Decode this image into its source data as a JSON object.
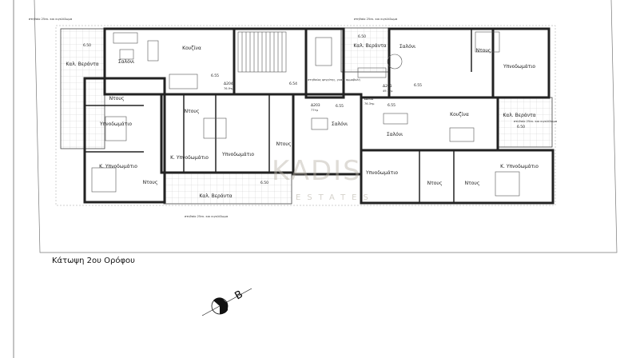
{
  "drawing_title": "Κάτωψη 2ου Ορόφου",
  "north_label": "B",
  "watermark": {
    "brand": "KADIS",
    "sub": "ESTATES"
  },
  "notes": {
    "parapet": "στηθαίο 25εκ. και κιγκλίδωμα",
    "skylight": "στηθαίος φεγγίτης, γυαλί αμμοβολή"
  },
  "apartments": [
    {
      "id": "Δ204",
      "area": "76.9τμ"
    },
    {
      "id": "Δ203",
      "area": "77τμ"
    },
    {
      "id": "Δ202",
      "area": "76.3τμ"
    },
    {
      "id": "Δ201",
      "area": "49.7τμ"
    }
  ],
  "levels": {
    "veranda": "6.50",
    "floor": "6.55",
    "landing": "6.54"
  },
  "rooms": {
    "veranda": "Καλ. Βεράντα",
    "living": "Σαλόνι",
    "kitchen": "Κουζίνα",
    "shower": "Ντους",
    "bedroom": "Υπνοδωμάτιο",
    "master": "Κ. Υπνοδωμάτιο"
  }
}
